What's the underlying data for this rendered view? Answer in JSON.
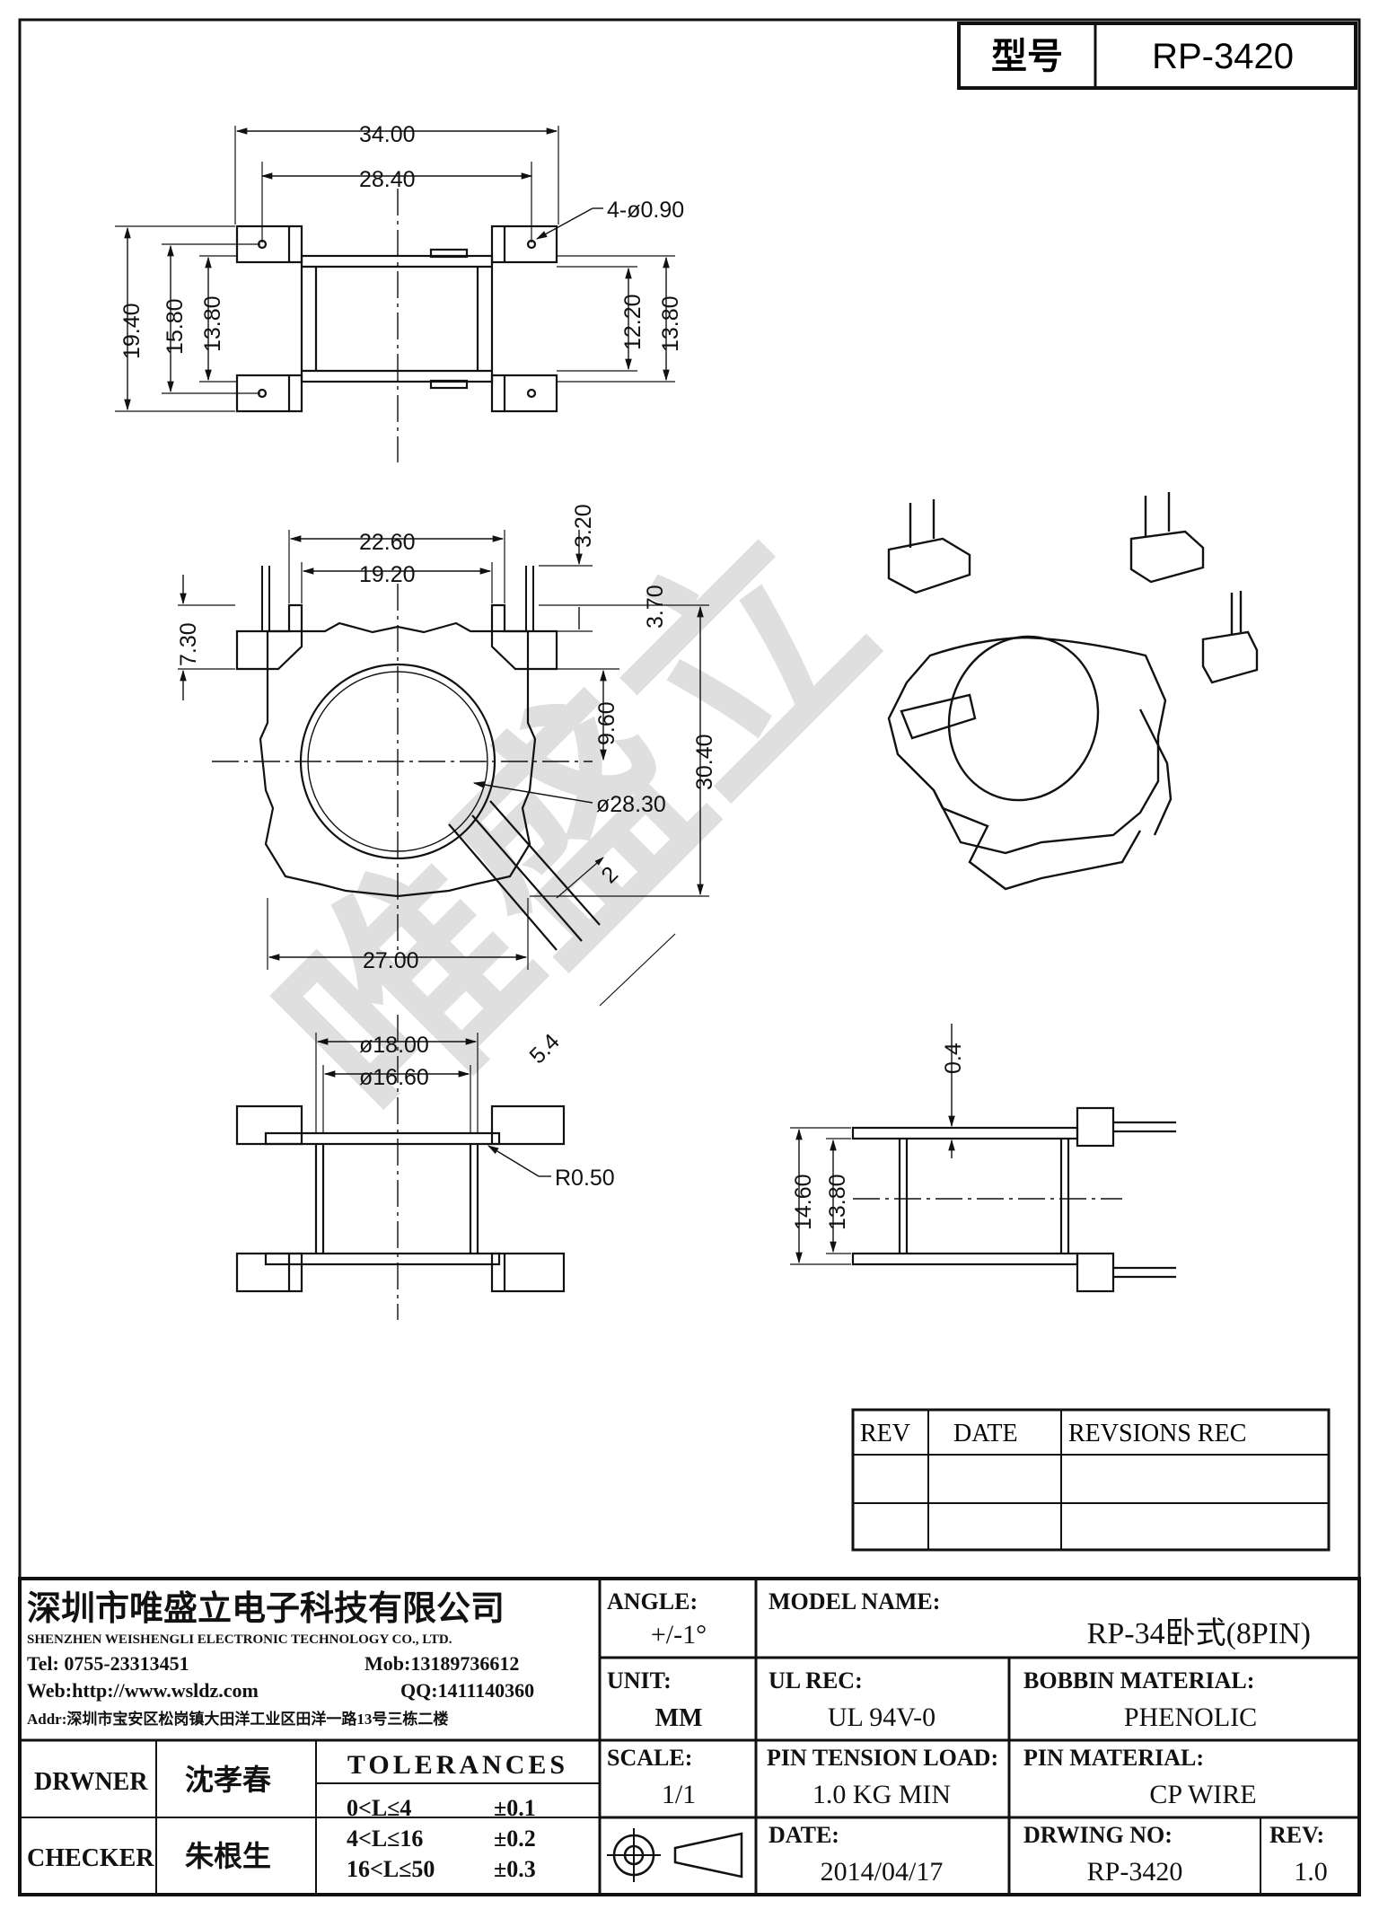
{
  "model_box": {
    "label": "型号",
    "value": "RP-3420"
  },
  "dims": {
    "a": "34.00",
    "b": "28.40",
    "holes": "4-ø0.90",
    "c": "19.40",
    "d": "15.80",
    "e": "13.80",
    "f": "12.20",
    "g": "13.80",
    "h": "22.60",
    "i": "19.20",
    "j": "3.20",
    "k": "7.30",
    "l": "3.70",
    "m": "9.60",
    "n": "30.40",
    "o": "ø28.30",
    "p": "2",
    "q": "27.00",
    "r": "5.4",
    "s": "ø18.00",
    "t": "ø16.60",
    "u": "R0.50",
    "v": "0.4",
    "w": "14.60",
    "x": "13.80"
  },
  "watermark": "唯盛立",
  "revisions": {
    "headers": [
      "REV",
      "DATE",
      "REVSIONS REC"
    ],
    "rows": [
      [
        "",
        "",
        ""
      ],
      [
        "",
        "",
        ""
      ]
    ]
  },
  "company": {
    "name_cn": "深圳市唯盛立电子科技有限公司",
    "name_en": "SHENZHEN WEISHENGLI ELECTRONIC TECHNOLOGY CO., LTD.",
    "tel": "Tel: 0755-23313451",
    "mob": "Mob:13189736612",
    "web": "Web:http://www.wsldz.com",
    "qq": "QQ:1411140360",
    "addr": "Addr:深圳市宝安区松岗镇大田洋工业区田洋一路13号三栋二楼"
  },
  "title_block": {
    "angle_label": "ANGLE:",
    "angle_value": "+/-1°",
    "model_label": "MODEL NAME:",
    "model_value": "RP-34卧式(8PIN)",
    "unit_label": "UNIT:",
    "unit_value": "MM",
    "ul_label": "UL REC:",
    "ul_value": "UL 94V-0",
    "bobbin_label": "BOBBIN MATERIAL:",
    "bobbin_value": "PHENOLIC",
    "drawer_label": "DRWNER",
    "drawer_value": "沈孝春",
    "checker_label": "CHECKER",
    "checker_value": "朱根生",
    "tol_label": "TOLERANCES",
    "tol_rows": [
      {
        "range": "0<L≤4",
        "tol": "±0.1"
      },
      {
        "range": "4<L≤16",
        "tol": "±0.2"
      },
      {
        "range": "16<L≤50",
        "tol": "±0.3"
      }
    ],
    "scale_label": "SCALE:",
    "scale_value": "1/1",
    "pin_tension_label": "PIN TENSION LOAD:",
    "pin_tension_value": "1.0 KG MIN",
    "pin_material_label": "PIN MATERIAL:",
    "pin_material_value": "CP WIRE",
    "date_label": "DATE:",
    "date_value": "2014/04/17",
    "drawing_no_label": "DRWING NO:",
    "drawing_no_value": "RP-3420",
    "rev_label": "REV:",
    "rev_value": "1.0"
  }
}
